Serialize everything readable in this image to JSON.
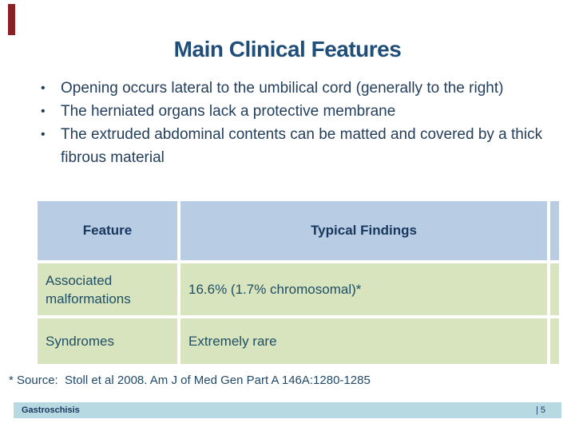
{
  "slide": {
    "title": "Main Clinical Features",
    "bullet_glyph": "•",
    "bullets": [
      "Opening occurs lateral to the umbilical cord (generally to the right)",
      "The herniated organs lack a protective membrane",
      "The extruded abdominal contents can be matted and covered by a thick fibrous material"
    ],
    "table": {
      "headers": [
        "Feature",
        "Typical Findings"
      ],
      "rows": [
        [
          "Associated malformations",
          "16.6% (1.7% chromosomal)*"
        ],
        [
          "Syndromes",
          "Extremely rare"
        ]
      ]
    },
    "source_note": "* Source:  Stoll et al 2008. Am J of Med Gen Part A 146A:1280-1285",
    "footer": {
      "left": "Gastroschisis",
      "right": "| 5"
    },
    "colors": {
      "title_text": "#1F4E79",
      "bullet_text": "#243F5C",
      "table_header_bg": "#B8CCE4",
      "table_row_bg": "#D7E4BD",
      "table_header_text": "#17375E",
      "table_body_text": "#1F4E66",
      "footer_bg": "#B7D9E2",
      "footer_text": "#17375E",
      "accent_bar": "#8B2022"
    }
  }
}
